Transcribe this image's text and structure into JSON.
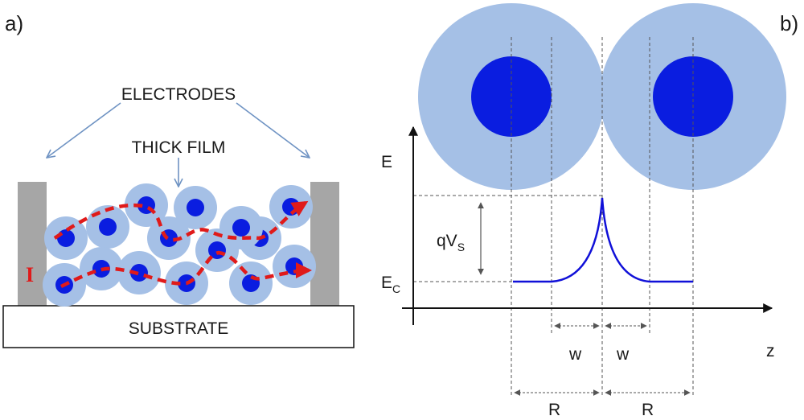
{
  "panel_a": {
    "label": "a)",
    "electrodes_label": "ELECTRODES",
    "thick_film_label": "THICK FILM",
    "substrate_label": "SUBSTRATE",
    "current_label": "I"
  },
  "panel_b": {
    "label": "b)",
    "energy_axis_label": "E",
    "position_axis_label": "z",
    "barrier_label_main": "qV",
    "barrier_label_sub": "S",
    "conduction_label_main": "E",
    "conduction_label_sub": "C",
    "depletion_label_left": "w",
    "depletion_label_right": "w",
    "radius_label_left": "R",
    "radius_label_right": "R"
  },
  "colors": {
    "grain_shell": "#a5c0e6",
    "grain_core": "#0a1de0",
    "electrode": "#a6a6a6",
    "current_path": "#e01a1a",
    "callout_arrow": "#6f93c3",
    "band_curve": "#1010d8",
    "axis": "#111111",
    "guide_line": "#555555"
  }
}
